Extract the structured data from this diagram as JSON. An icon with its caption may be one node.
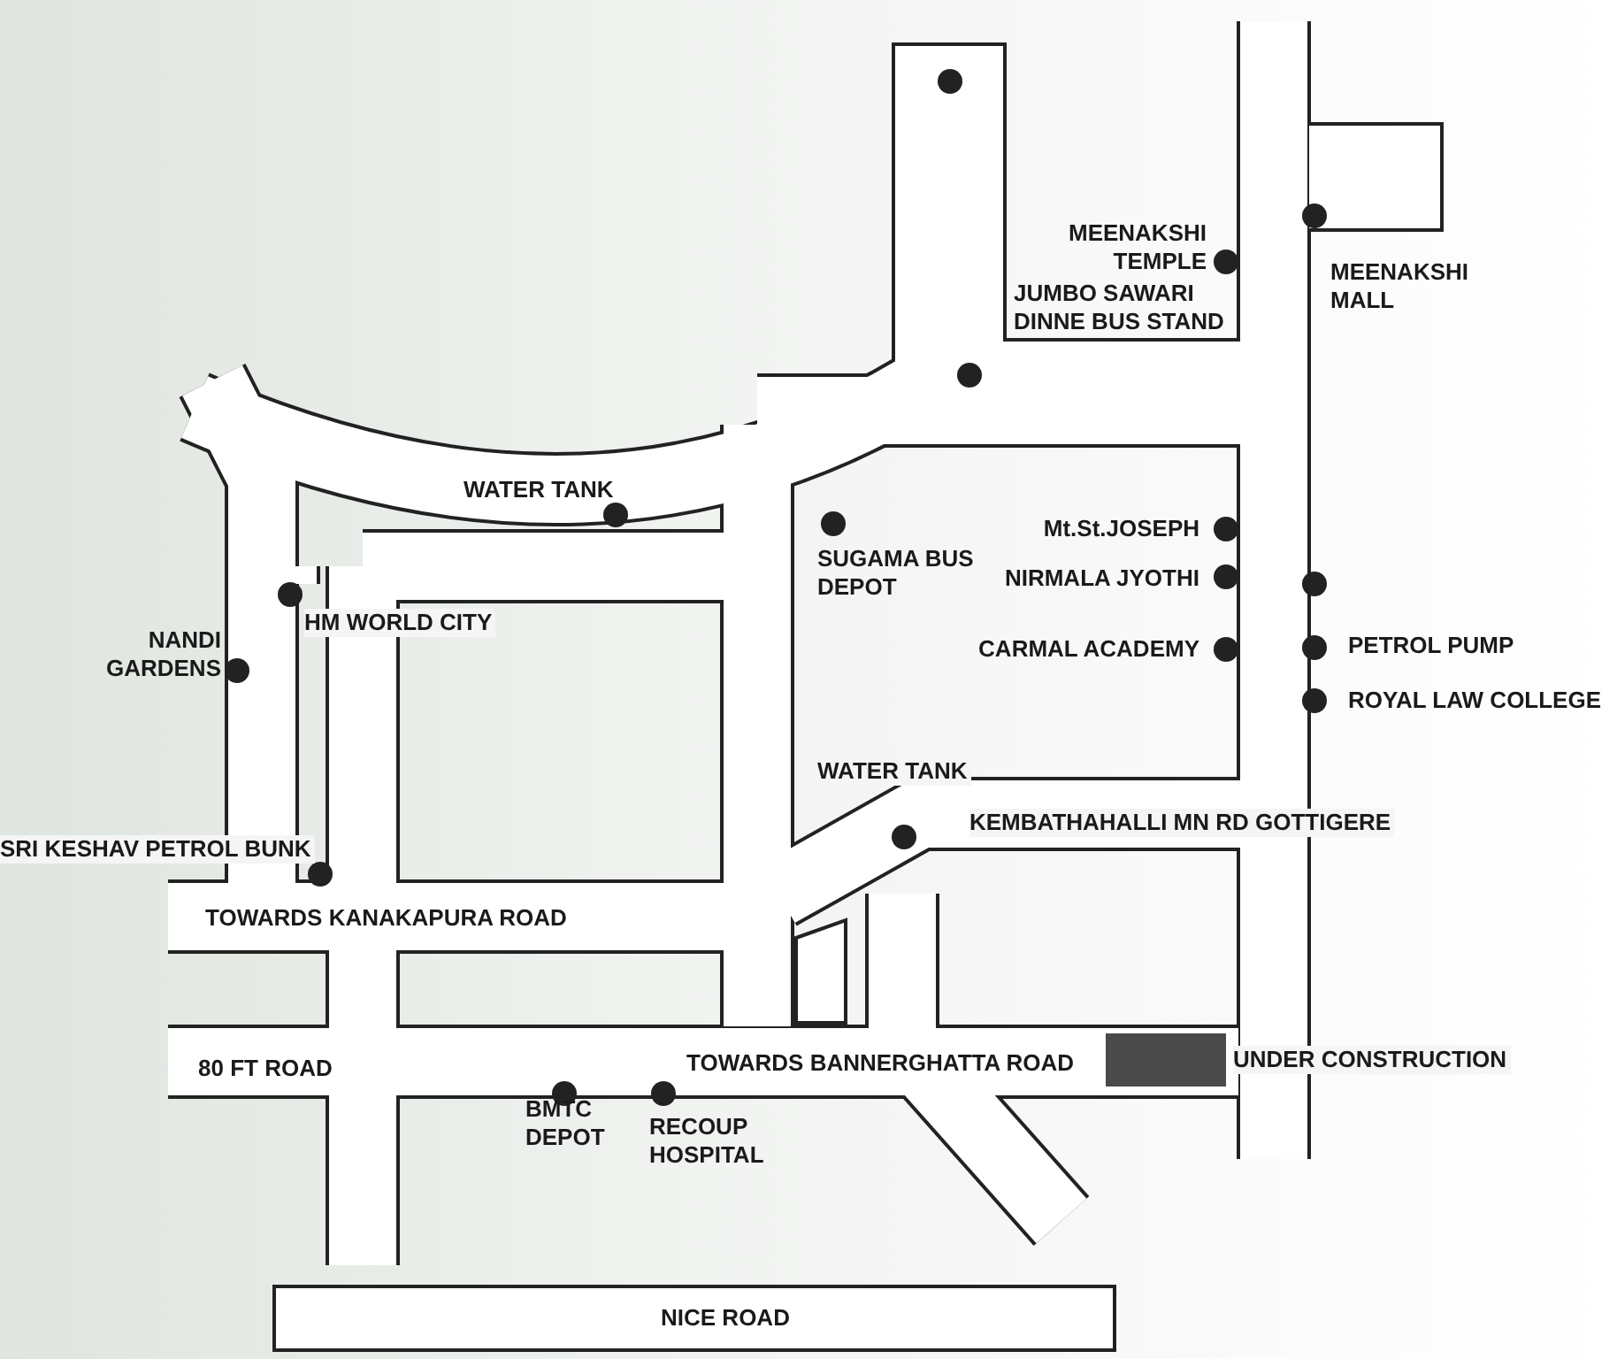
{
  "diagram": {
    "labels": [
      "MEENAKSHI MALL",
      "MEENAKSHI TEMPLE",
      "JUMBO SAWARI DINNE BUS STAND",
      "WATER TANK",
      "SUGAMA BUS DEPOT",
      "Mt.St.JOSEPH",
      "NIRMALA JYOTHI",
      "CARMAL ACADEMY",
      "PETROL PUMP",
      "ROYAL LAW COLLEGE",
      "HM WORLD CITY",
      "NANDI GARDENS",
      "WATER TANK",
      "KEMBATHAHALLI MN RD GOTTIGERE",
      "SRI KESHAV PETROL BUNK",
      "TOWARDS KANAKAPURA ROAD",
      "80 FT ROAD",
      "TOWARDS BANNERGHATTA ROAD",
      "UNDER CONSTRUCTION",
      "BMTC DEPOT",
      "RECOUP HOSPITAL",
      "NICE ROAD"
    ]
  }
}
